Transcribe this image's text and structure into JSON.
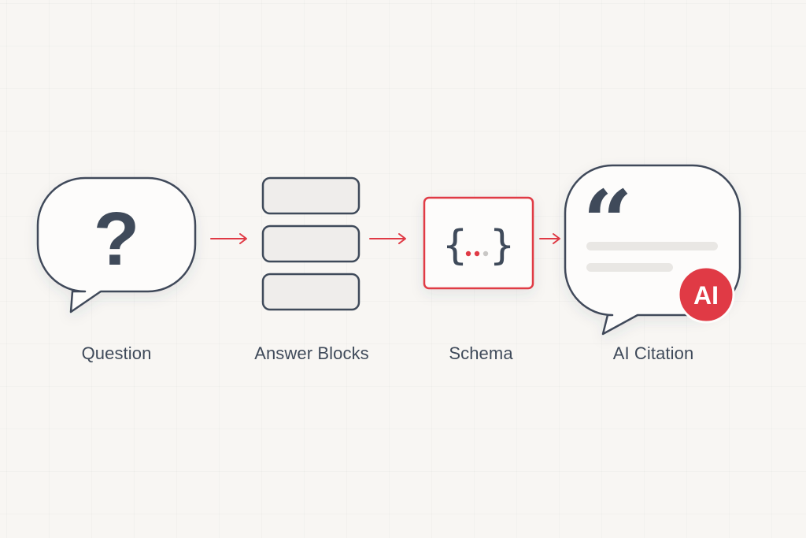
{
  "steps": [
    {
      "label": "Question"
    },
    {
      "label": "Answer Blocks"
    },
    {
      "label": "Schema"
    },
    {
      "label": "AI Citation"
    }
  ],
  "icons": {
    "question": "question-bubble-icon",
    "answer_blocks": "stacked-blocks-icon",
    "schema": "curly-braces-icon",
    "citation": "quote-bubble-icon"
  },
  "question_glyph": "?",
  "schema_glyphs": {
    "open": "{",
    "close": "}"
  },
  "quote_glyph": "“",
  "citation_badge": "AI",
  "colors": {
    "background": "#f8f6f3",
    "stroke": "#3f4a5a",
    "accent": "#e03a45",
    "card_fill": "#fdfcfb",
    "block_fill": "#efedeb",
    "text": "#3f4a5a"
  }
}
